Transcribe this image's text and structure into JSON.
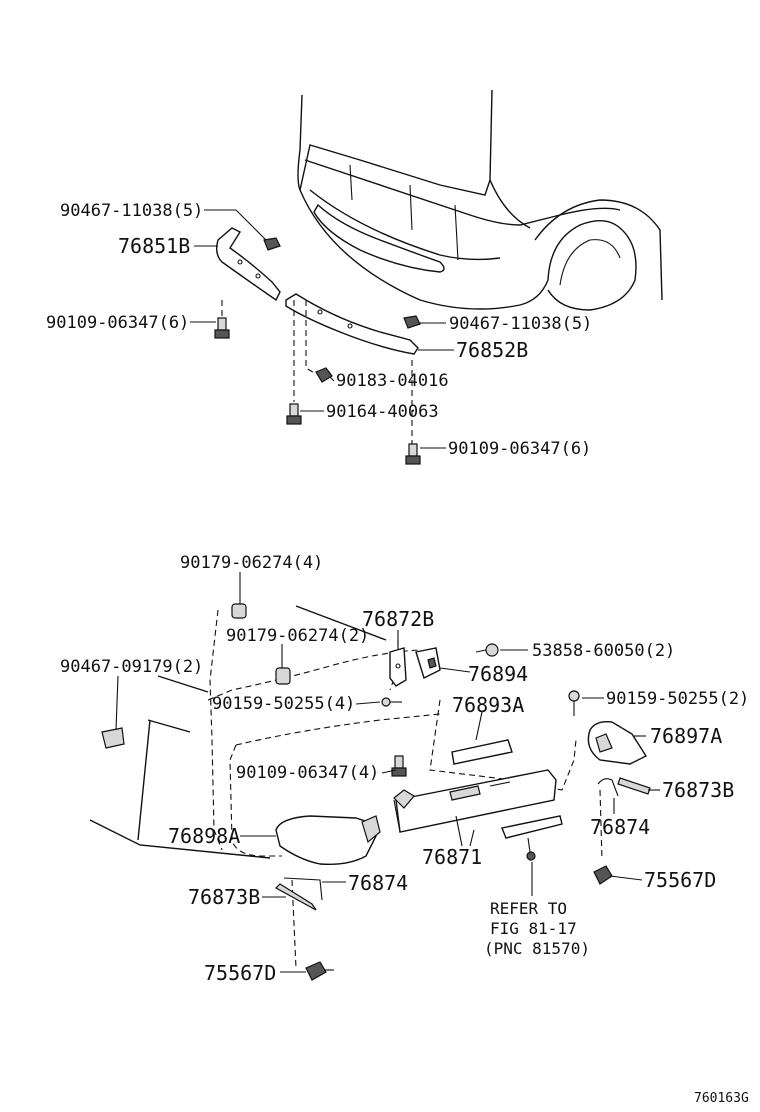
{
  "figure_code": "760163G",
  "top_labels": {
    "l1": "90467-11038(5)",
    "l2": "76851B",
    "l3": "90109-06347(6)",
    "l4": "90467-11038(5)",
    "l5": "76852B",
    "l6": "90183-04016",
    "l7": "90164-40063",
    "l8": "90109-06347(6)"
  },
  "bottom_labels": {
    "b1": "90179-06274(4)",
    "b2": "76872B",
    "b3": "90179-06274(2)",
    "b4": "53858-60050(2)",
    "b5": "90467-09179(2)",
    "b6": "76894",
    "b7": "90159-50255(4)",
    "b8": "76893A",
    "b9": "90159-50255(2)",
    "b10": "76897A",
    "b11": "90109-06347(4)",
    "b12": "76873B",
    "b13": "76898A",
    "b14": "76874",
    "b15": "76871",
    "b16": "76874",
    "b17": "75567D",
    "b18": "76873B",
    "b19": "75567D"
  },
  "reference_note": {
    "line1": "REFER TO",
    "line2": "FIG 81-17",
    "line3": "(PNC 81570)"
  }
}
